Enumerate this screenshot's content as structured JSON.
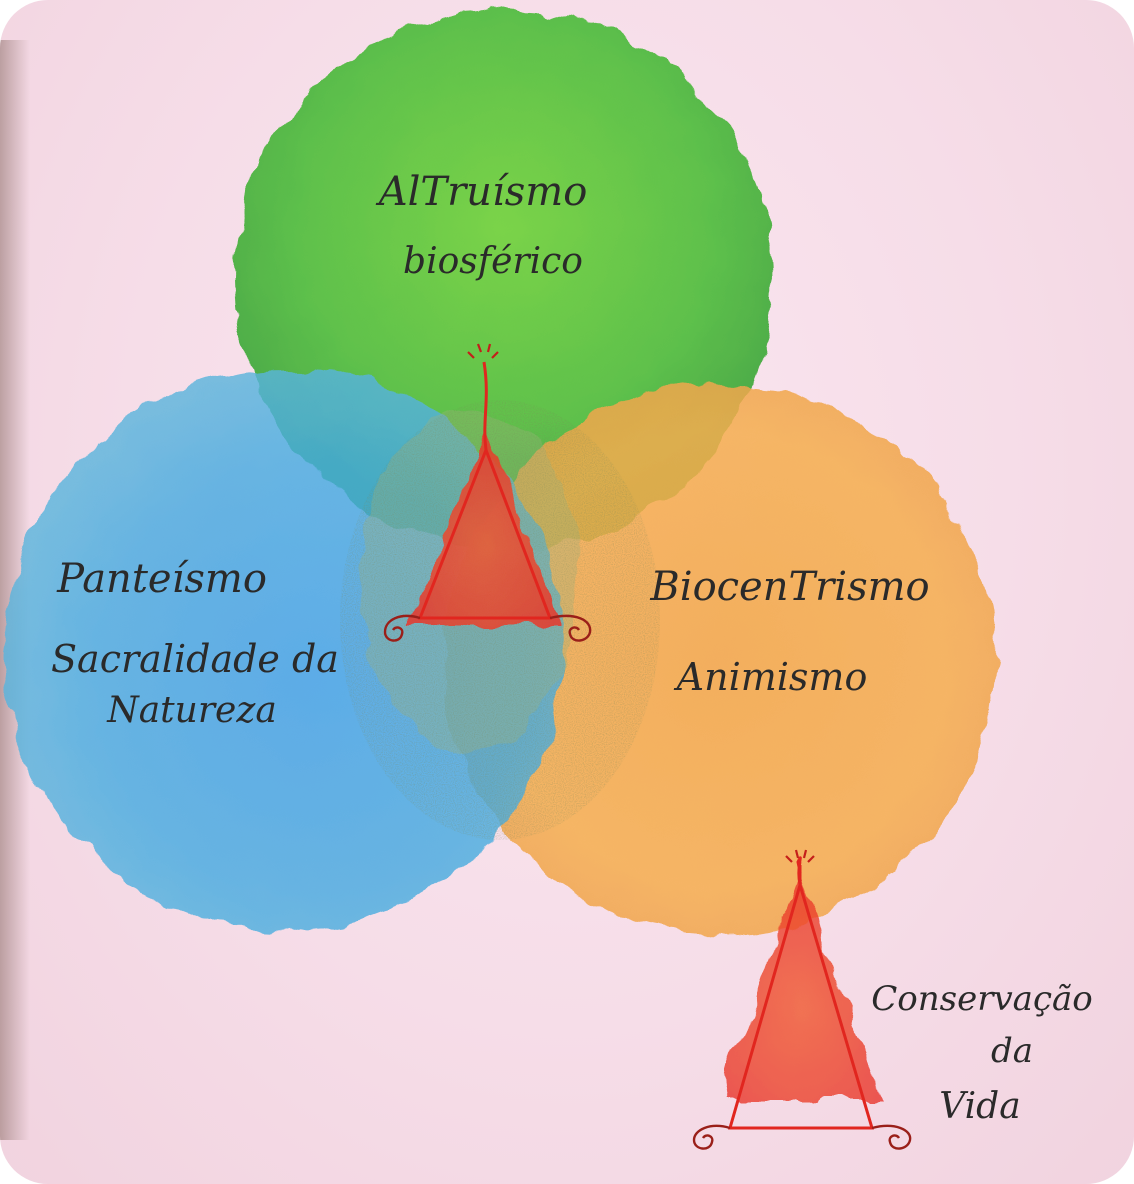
{
  "colors": {
    "paper": "#f6dde8",
    "green": "#57c23a",
    "blue": "#3ea6e0",
    "orange": "#f4a947",
    "triangle": "#e8352a",
    "ink": "#2a2a2a"
  },
  "circles": {
    "top": {
      "line1": "AlTruísmo",
      "line2": "biosférico",
      "icon": "green-circle"
    },
    "left": {
      "line1": "Panteísmo",
      "line2": "Sacralidade da",
      "line3": "Natureza",
      "icon": "blue-circle"
    },
    "right": {
      "line1": "BiocenTrismo",
      "line2": "Animismo",
      "icon": "orange-circle"
    }
  },
  "legend": {
    "line1": "Conservação",
    "line2": "da",
    "line3": "Vida",
    "icon": "red-triangle-symbol"
  }
}
